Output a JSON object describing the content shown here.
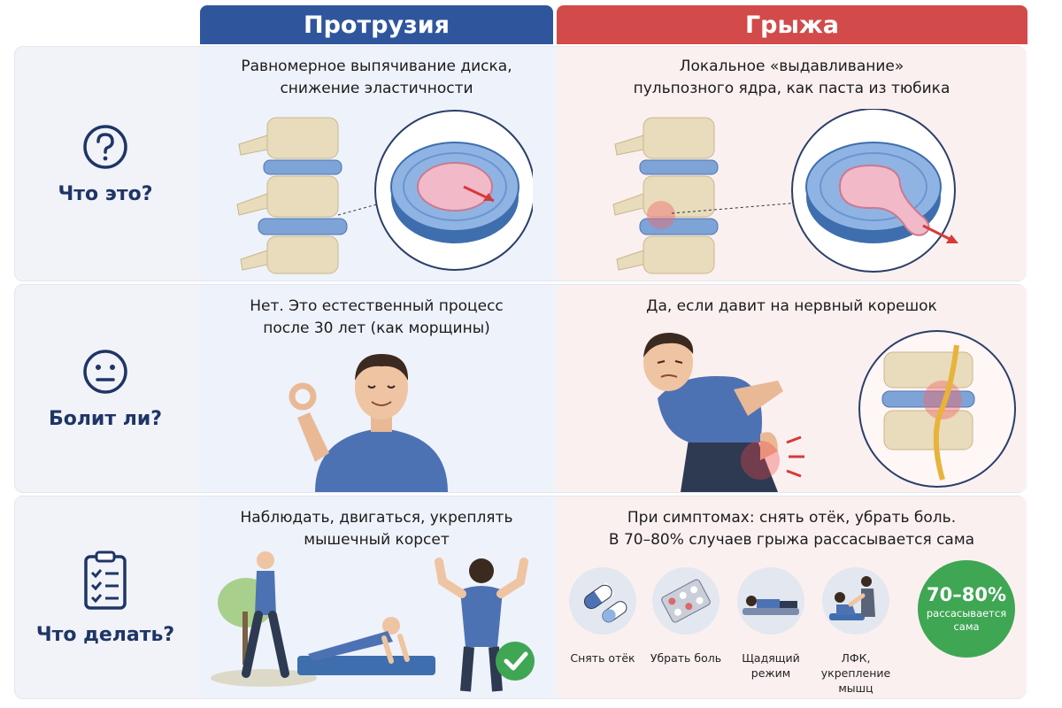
{
  "headers": {
    "protrusion": "Протрузия",
    "hernia": "Грыжа"
  },
  "rows": [
    {
      "label": "Что это?",
      "icon": "question-icon",
      "protrusion_text": [
        "Равномерное выпячивание диска,",
        "снижение эластичности"
      ],
      "hernia_text": [
        "Локальное «выдавливание»",
        "пульпозного ядра, как паста из тюбика"
      ]
    },
    {
      "label": "Болит ли?",
      "icon": "neutral-face-icon",
      "protrusion_text": [
        "Нет. Это естественный процесс",
        "после 30 лет (как морщины)"
      ],
      "hernia_text": [
        "Да, если давит на нервный корешок"
      ]
    },
    {
      "label": "Что делать?",
      "icon": "clipboard-checklist-icon",
      "protrusion_text": [
        "Наблюдать, двигаться, укреплять",
        "мышечный корсет"
      ],
      "hernia_text": [
        "При симптомах: снять отёк, убрать боль.",
        "В 70–80% случаев грыжа рассасывается сама"
      ]
    }
  ],
  "treatments": [
    {
      "icon": "pills-icon",
      "label": [
        "Снять отёк"
      ]
    },
    {
      "icon": "blister-pack-icon",
      "label": [
        "Убрать боль"
      ]
    },
    {
      "icon": "lying-person-icon",
      "label": [
        "Щадящий",
        "режим"
      ]
    },
    {
      "icon": "physiotherapy-icon",
      "label": [
        "ЛФК, укрепление",
        "мышц"
      ]
    }
  ],
  "badge": {
    "value": "70–80%",
    "line1": "рассасывается",
    "line2": "сама"
  },
  "colors": {
    "blue": "#2f569d",
    "red": "#d24a4a",
    "green": "#3fa654",
    "navy": "#1f3566"
  }
}
